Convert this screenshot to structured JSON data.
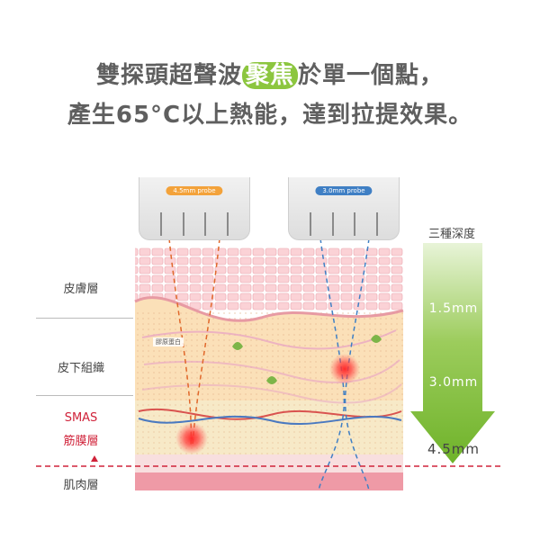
{
  "headline": {
    "line1_before": "雙探頭超聲波",
    "line1_highlight": "聚焦",
    "line1_after": "於單一個點，",
    "line2": "產生65°C以上熱能，達到拉提效果。"
  },
  "probes": {
    "left_label": "4.5mm probe",
    "right_label": "3.0mm probe"
  },
  "layers": {
    "skin": "皮膚層",
    "subcutaneous": "皮下組織",
    "smas_en": "SMAS",
    "smas_zh": "筋膜層",
    "muscle": "肌肉層"
  },
  "annotation": {
    "collagen": "膠原蛋白"
  },
  "depth": {
    "title": "三種深度",
    "marks": [
      "1.5mm",
      "3.0mm",
      "4.5mm"
    ]
  },
  "colors": {
    "accent_green": "#8cc63f",
    "smas_red": "#d0233a",
    "probe_orange": "#f3a23a",
    "probe_blue": "#3f7fc4"
  }
}
